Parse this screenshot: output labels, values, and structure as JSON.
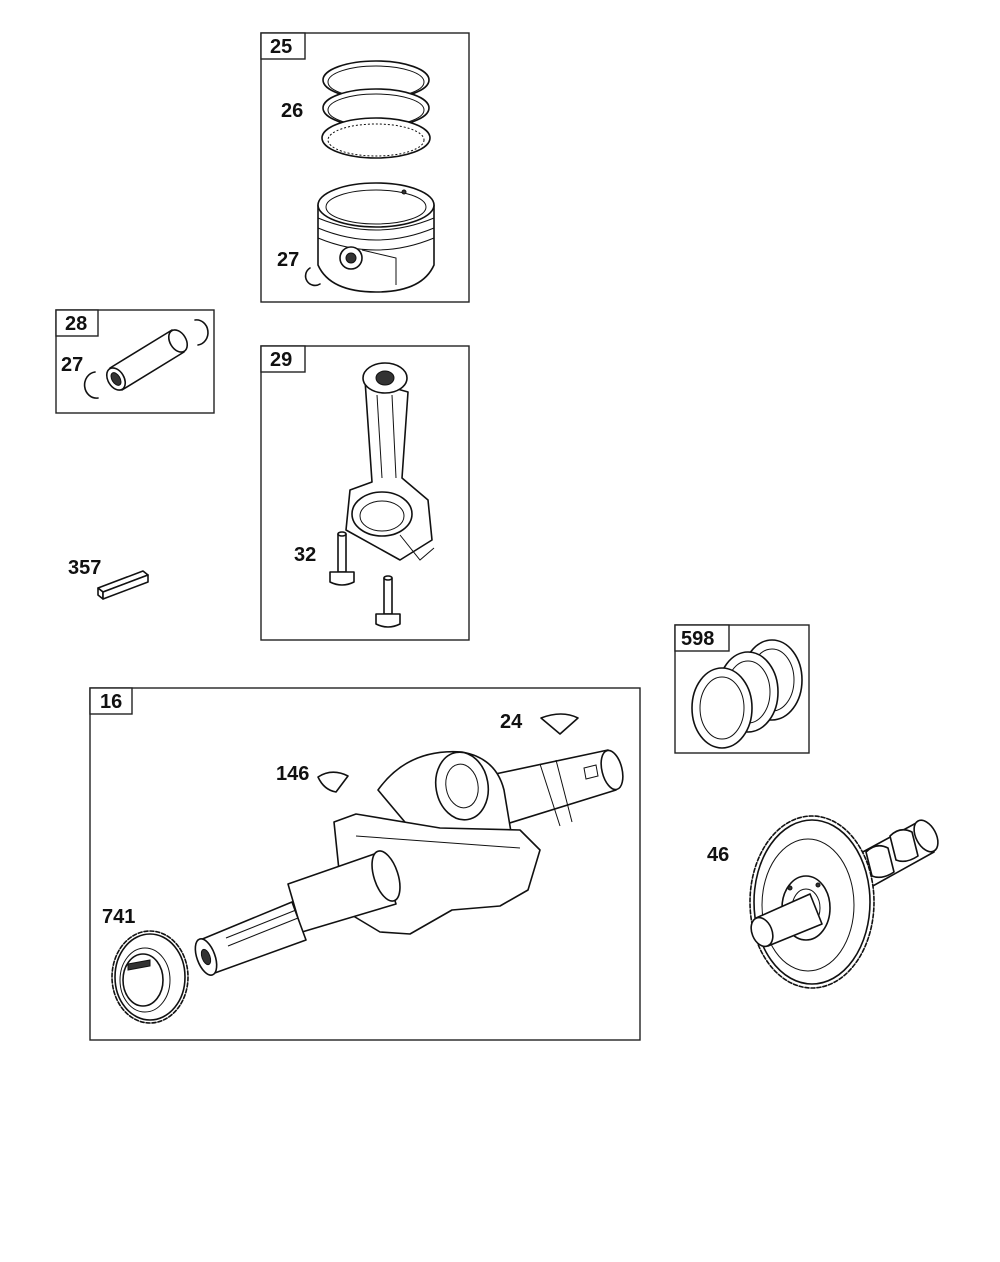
{
  "callouts": {
    "c25": "25",
    "c26": "26",
    "c27a": "27",
    "c28": "28",
    "c27b": "27",
    "c29": "29",
    "c32": "32",
    "c357": "357",
    "c598": "598",
    "c16": "16",
    "c24": "24",
    "c146": "146",
    "c741": "741",
    "c46": "46"
  },
  "colors": {
    "line": "#111111",
    "background": "#ffffff"
  }
}
